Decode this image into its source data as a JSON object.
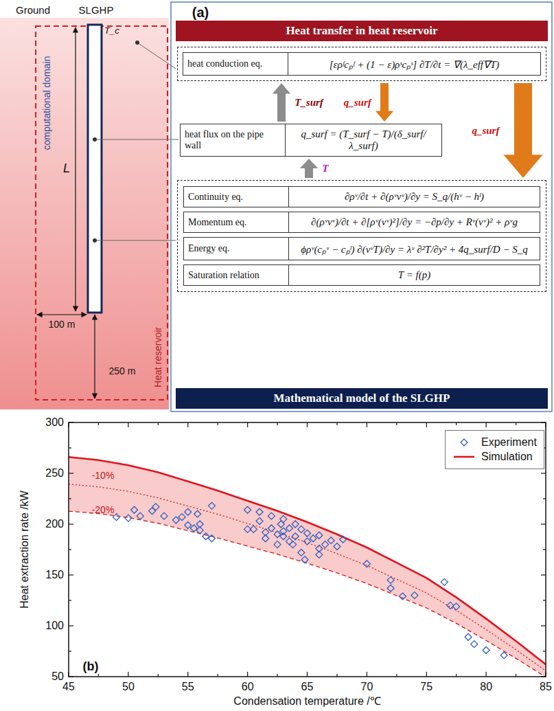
{
  "diagram": {
    "nodes": [
      {
        "text": [
          "Heat transfer in heat reservoir"
        ]
      },
      {
        "text": [
          "heat conduction eq.",
          "[ερᶠcₚᶠ + (1 − ε)ρˢcₚˢ] ∂T/∂t = ∇(λ_eff∇T)"
        ]
      },
      {
        "text": [
          "heat flux on the pipe wall",
          "q_surf = (T_surf − T)/(δ_surf/λ_surf)"
        ]
      },
      {
        "text": []
      },
      {
        "text": [
          "Continuity eq.",
          "∂ρᵛ/∂t + ∂(ρᵛvᵛ)/∂y = S_q/(hᵛ − hˡ)"
        ],
        "in": 3
      },
      {
        "text": [
          "Momentum eq.",
          "∂(ρᵛvᵛ)/∂t + ∂[ρᵛ(vᵛ)²]/∂y = −∂p/∂y + Rᵛ(vᵛ)² + ρᵛg"
        ],
        "in": 3
      },
      {
        "text": [
          "Energy eq.",
          "ϕρᵛ(cₚᵛ − cₚˡ) ∂(vᵛT)/∂y = λᵛ ∂²T/∂y² + 4q_surf/D − S_q"
        ],
        "in": 3
      },
      {
        "text": [
          "Saturation relation",
          "T = f(p)"
        ],
        "in": 3
      },
      {
        "text": [
          "Mathematical model of the SLGHP"
        ]
      }
    ],
    "edges": [
      {
        "from": 2,
        "to": 1,
        "arrow": "to",
        "label": "T_surf"
      },
      {
        "from": 1,
        "to": 2,
        "arrow": "to",
        "label": "q_surf"
      },
      {
        "from": 3,
        "to": 2,
        "arrow": "to",
        "label": "T"
      },
      {
        "from": 1,
        "to": 3,
        "arrow": "to",
        "label": "q_surf"
      }
    ],
    "labels": [
      "Ground",
      "SLGHP",
      "T_c",
      "computational domain",
      "L",
      "100 m",
      "250 m",
      "Heat reservoir",
      "(a)",
      "300",
      "250",
      "200",
      "150",
      "100",
      "50",
      "45",
      "50",
      "55",
      "60",
      "65",
      "70",
      "75",
      "80",
      "85",
      "Heat extraction rate /kW",
      "Condensation temperature /℃",
      "-10%",
      "-20%",
      "(b)"
    ],
    "legend": [
      {
        "text": "Experiment"
      },
      {
        "text": "Simulation"
      }
    ]
  }
}
